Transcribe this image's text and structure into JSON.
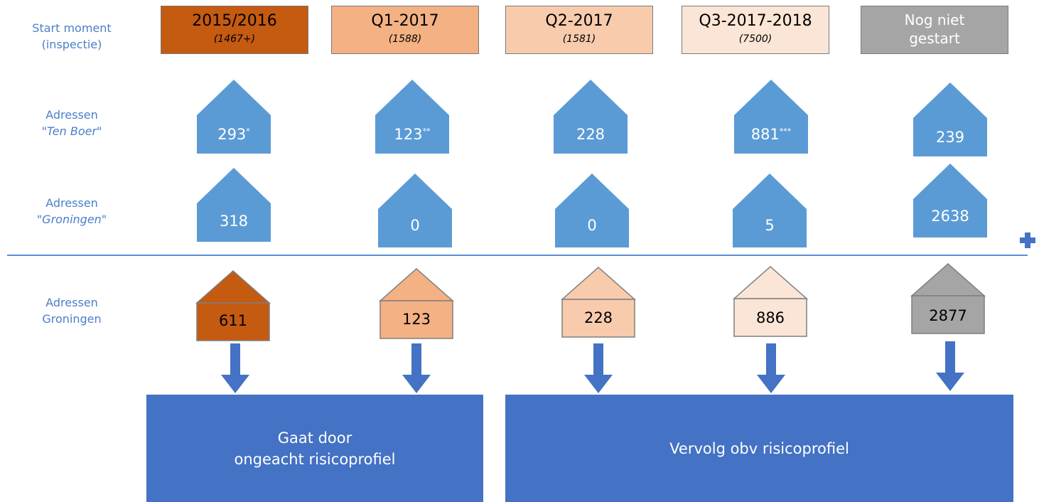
{
  "labels": {
    "start_line1": "Start moment",
    "start_line2": "(inspectie)",
    "tenboer_line1": "Adressen",
    "tenboer_line2": "\"Ten Boer\"",
    "groningen_quoted_line1": "Adressen",
    "groningen_quoted_line2": "\"Groningen\"",
    "groningen_line1": "Adressen",
    "groningen_line2": "Groningen"
  },
  "periods": [
    {
      "title": "2015/2016",
      "count": "(1467+)",
      "color": "#c55a11"
    },
    {
      "title": "Q1-2017",
      "count": "(1588)",
      "color": "#f4b183"
    },
    {
      "title": "Q2-2017",
      "count": "(1581)",
      "color": "#f8cbad"
    },
    {
      "title": "Q3-2017-2018",
      "count": "(7500)",
      "color": "#fbe5d6"
    },
    {
      "title_line1": "Nog niet",
      "title_line2": "gestart",
      "color": "#a5a5a5"
    }
  ],
  "ten_boer": [
    "293",
    "123",
    "228",
    "881",
    "239"
  ],
  "ten_boer_marks": [
    "*",
    "**",
    "",
    "***",
    ""
  ],
  "groningen_quoted": [
    "318",
    "0",
    "0",
    "5",
    "2638"
  ],
  "groningen_total": [
    "611",
    "123",
    "228",
    "886",
    "2877"
  ],
  "boxes": {
    "left_line1": "Gaat door",
    "left_line2": "ongeacht risicoprofiel",
    "right": "Vervolg obv risicoprofiel"
  },
  "colors": {
    "house_blue": "#5b9bd5",
    "label_blue": "#4a7fc9",
    "arrow_blue": "#4472c4",
    "box_blue": "#4472c4"
  }
}
